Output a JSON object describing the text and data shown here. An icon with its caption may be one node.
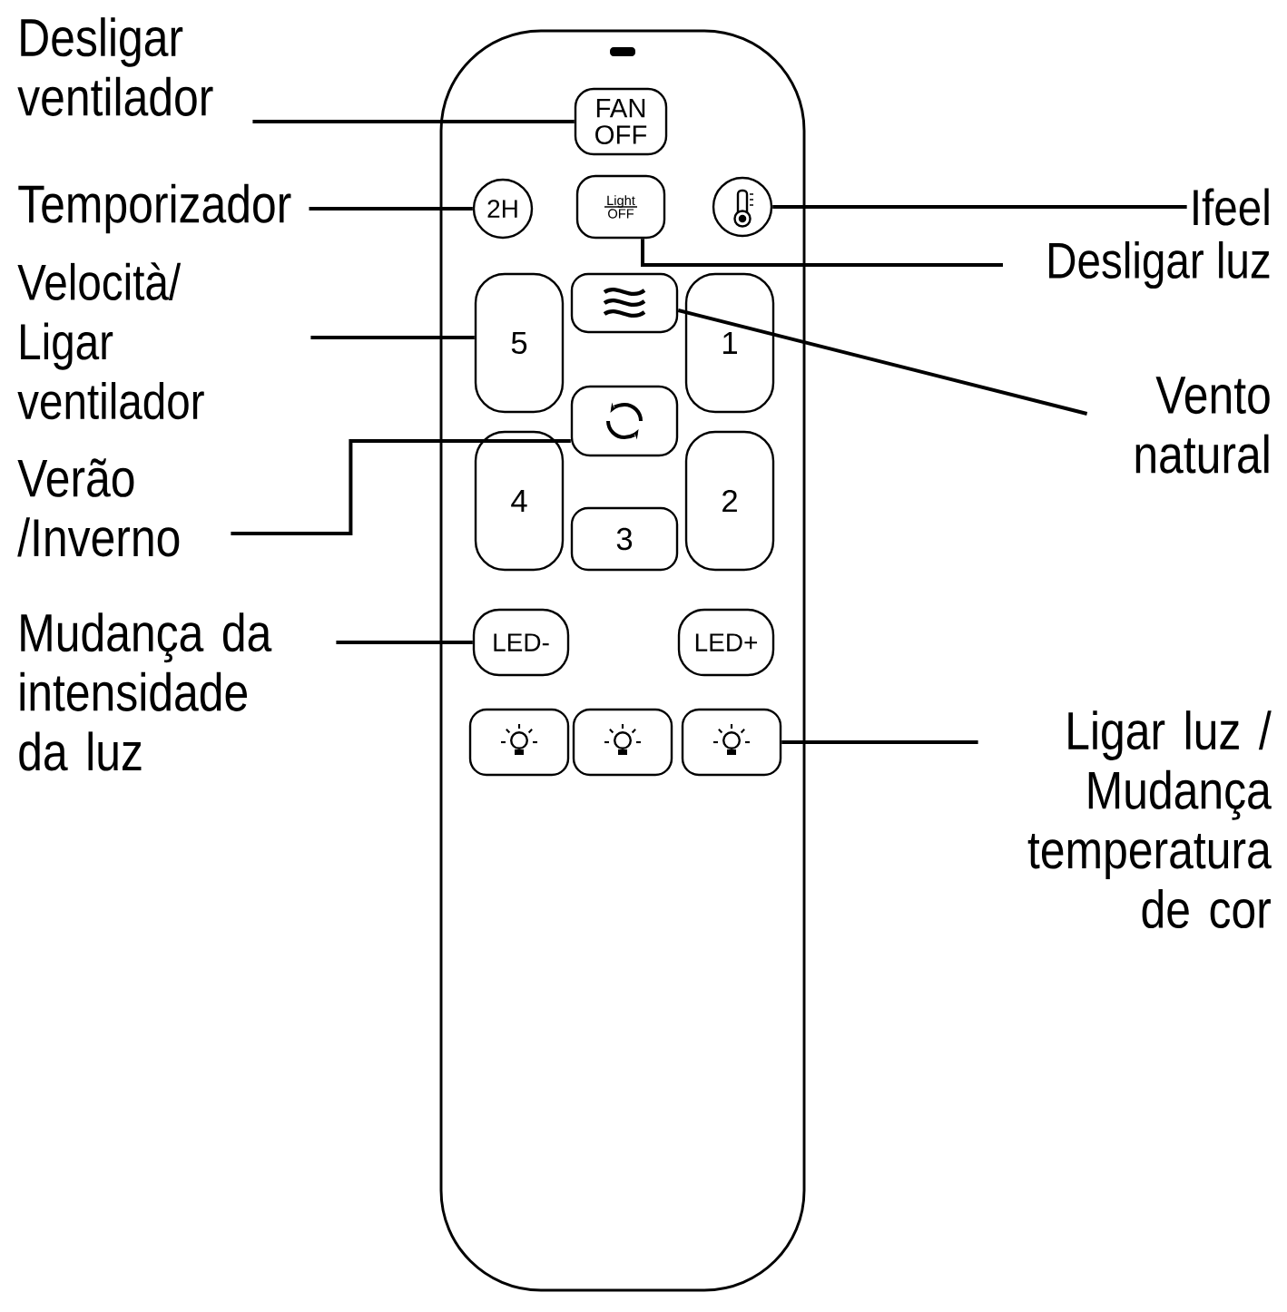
{
  "diagram": {
    "nodes": [
      {
        "text": [],
        "shape": "box"
      },
      {
        "text": [
          "Desligar ventilador"
        ]
      },
      {
        "text": [
          "FAN OFF"
        ],
        "in": 0
      },
      {
        "text": [
          "Temporizador"
        ]
      },
      {
        "text": [
          "2H"
        ],
        "in": 0
      },
      {
        "text": [
          "Light OFF"
        ],
        "in": 0
      },
      {
        "text": [],
        "shape": "circle",
        "in": 0
      },
      {
        "text": [
          "Ifeel"
        ]
      },
      {
        "text": [
          "Desligar luz"
        ]
      },
      {
        "text": [
          "Velocità/ Ligar ventilador"
        ]
      },
      {
        "text": [],
        "shape": "box",
        "in": 0
      },
      {
        "text": [
          "5"
        ],
        "in": 0
      },
      {
        "text": [
          "1"
        ],
        "in": 0
      },
      {
        "text": [
          "Vento natural"
        ]
      },
      {
        "text": [
          "Verão /Inverno"
        ]
      },
      {
        "text": [],
        "shape": "box",
        "in": 0
      },
      {
        "text": [
          "4"
        ],
        "in": 0
      },
      {
        "text": [
          "2"
        ],
        "in": 0
      },
      {
        "text": [
          "3"
        ],
        "in": 0
      },
      {
        "text": [
          "Mudança da intensidade da luz"
        ]
      },
      {
        "text": [
          "LED-"
        ],
        "in": 0
      },
      {
        "text": [
          "LED+"
        ],
        "in": 0
      },
      {
        "text": [],
        "shape": "box",
        "in": 0
      },
      {
        "text": [],
        "shape": "box",
        "in": 0
      },
      {
        "text": [],
        "shape": "box",
        "in": 0
      },
      {
        "text": [
          "Ligar luz / Mudança temperatura de cor"
        ]
      }
    ],
    "edges": [
      {
        "from": 1,
        "to": 2,
        "arrow": "none"
      },
      {
        "from": 3,
        "to": 4,
        "arrow": "none"
      },
      {
        "from": 7,
        "to": 6,
        "arrow": "none"
      },
      {
        "from": 8,
        "to": 5,
        "arrow": "none"
      },
      {
        "from": 9,
        "to": 11,
        "arrow": "none"
      },
      {
        "from": 13,
        "to": 10,
        "arrow": "none"
      },
      {
        "from": 14,
        "to": 15,
        "arrow": "none"
      },
      {
        "from": 19,
        "to": 20,
        "arrow": "none"
      },
      {
        "from": 25,
        "to": 24,
        "arrow": "none"
      }
    ]
  }
}
